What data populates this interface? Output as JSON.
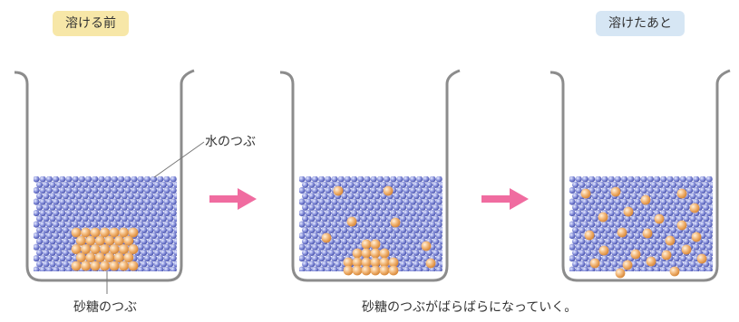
{
  "badges": {
    "before": "溶ける前",
    "after": "溶けたあと"
  },
  "labels": {
    "water_particle": "水のつぶ",
    "sugar_particle": "砂糖のつぶ"
  },
  "caption": "砂糖のつぶがばらばらになっていく。",
  "colors": {
    "beaker_outline": "#8c8c8c",
    "water_particle": "#7c86d2",
    "sugar_particle": "#f0b070",
    "arrow": "#f06ca0",
    "badge_before_bg": "#f7e7a8",
    "badge_after_bg": "#d6e6f4"
  },
  "icons": [
    "right-arrow-icon",
    "right-arrow-icon"
  ]
}
